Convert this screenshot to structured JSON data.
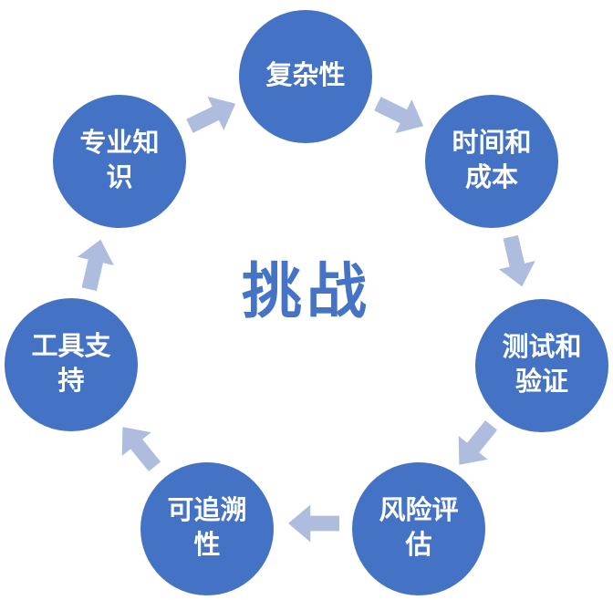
{
  "diagram": {
    "type": "cycle",
    "flow": "clockwise",
    "center_label": "挑战",
    "nodes": [
      {
        "label": "复杂性"
      },
      {
        "label": "时间和成本"
      },
      {
        "label": "测试和验证"
      },
      {
        "label": "风险评估"
      },
      {
        "label": "可追溯性"
      },
      {
        "label": "工具支持"
      },
      {
        "label": "专业知识"
      }
    ],
    "colors": {
      "node-fill": "#4472C4",
      "node-text": "#FFFFFF",
      "arrow-fill": "#AEBCDE",
      "center-text": "#4573C6",
      "background": "#FFFFFF"
    }
  }
}
